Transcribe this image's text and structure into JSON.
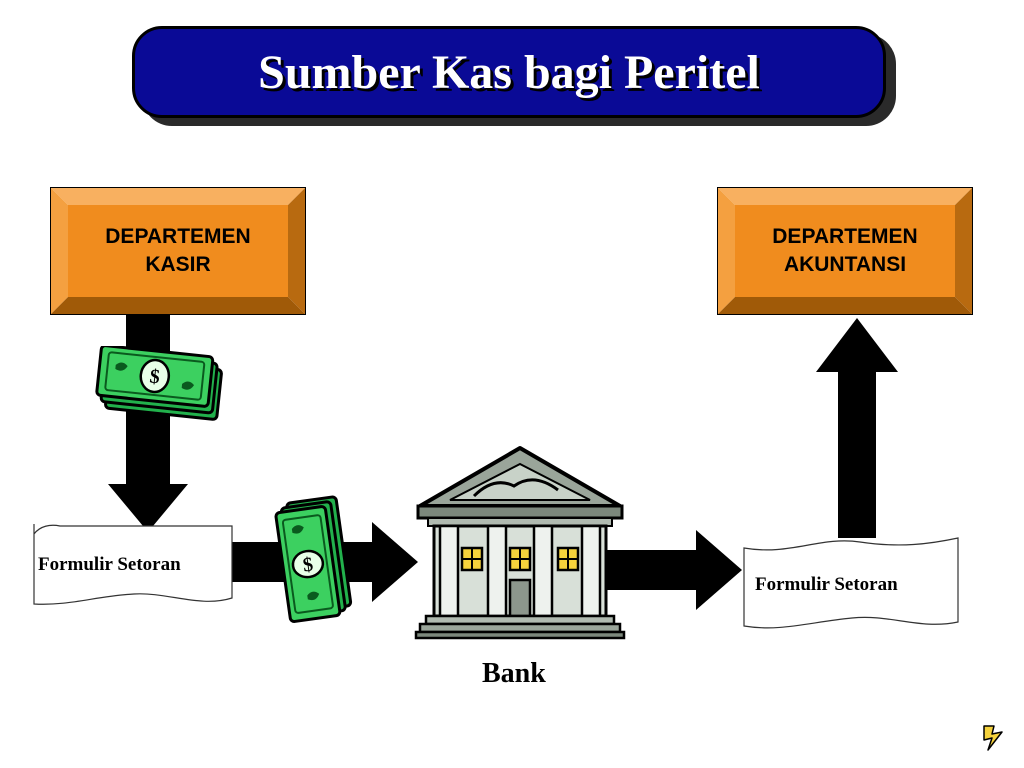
{
  "title": "Sumber Kas bagi Peritel",
  "nodes": {
    "cashier": "DEPARTEMEN\nKASIR",
    "accounting": "DEPARTEMEN\nAKUNTANSI",
    "form_left": "Formulir Setoran",
    "form_right": "Formulir Setoran",
    "bank": "Bank"
  },
  "icons": {
    "money_top": "money-icon",
    "money_middle": "money-icon",
    "bank": "bank-building-icon",
    "corner": "lightning-icon"
  },
  "colors": {
    "title_bg": "#0a0a96",
    "dept_fill": "#f08c1e",
    "money_green": "#22b14c",
    "arrow": "#000000"
  }
}
